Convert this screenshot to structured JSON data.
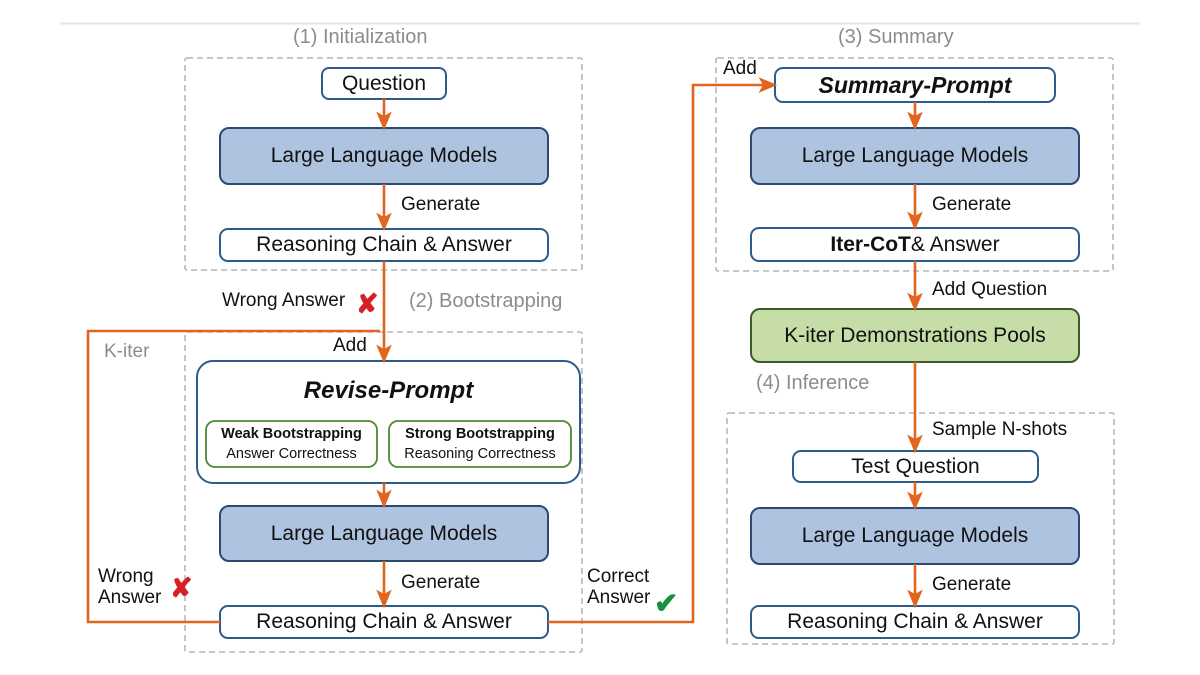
{
  "diagram": {
    "title_rule": "top-hairline",
    "colors": {
      "arrow_orange": "#e2641e",
      "llm_fill": "#aec3e0",
      "llm_stroke": "#2b4a70",
      "pool_fill": "#c6dda7",
      "pool_stroke": "#3d5a29",
      "box_stroke": "#2e5c8a",
      "inner_green_stroke": "#4a8a35",
      "dashed_stroke": "#b5b5b5",
      "section_label": "#8c8c8c",
      "wrong_red": "#d61f26",
      "correct_green": "#17913b",
      "text": "#111111"
    },
    "sections": [
      {
        "id": "initialization",
        "label": "(1) Initialization"
      },
      {
        "id": "bootstrapping",
        "label": "(2) Bootstrapping"
      },
      {
        "id": "summary",
        "label": "(3) Summary"
      },
      {
        "id": "inference",
        "label": "(4) Inference"
      }
    ],
    "nodes": {
      "question": "Question",
      "llm_init": "Large Language Models",
      "chain_init": "Reasoning Chain & Answer",
      "revise_prompt": "Revise-Prompt",
      "weak_title": "Weak Bootstrapping",
      "weak_sub": "Answer Correctness",
      "strong_title": "Strong Bootstrapping",
      "strong_sub": "Reasoning Correctness",
      "llm_boot": "Large Language Models",
      "chain_boot": "Reasoning Chain & Answer",
      "summary_prompt": "Summary-Prompt",
      "llm_summary": "Large Language Models",
      "iter_cot_bold": "Iter-CoT",
      "iter_cot_rest": " & Answer",
      "pool": "K-iter Demonstrations Pools",
      "test_question": "Test Question",
      "llm_infer": "Large Language Models",
      "chain_infer": "Reasoning Chain & Answer"
    },
    "edge_labels": {
      "generate_init": "Generate",
      "wrong_answer_top": "Wrong Answer",
      "add_boot": "Add",
      "generate_boot": "Generate",
      "wrong_answer_left": "Wrong\nAnswer",
      "correct_answer": "Correct\nAnswer",
      "k_iter": "K-iter",
      "add_summary": "Add",
      "generate_summary": "Generate",
      "add_question": "Add Question",
      "sample_n_shots": "Sample N-shots",
      "generate_infer": "Generate"
    },
    "marks": {
      "cross_top": "✘",
      "cross_left": "✘",
      "check_correct": "✔"
    }
  }
}
